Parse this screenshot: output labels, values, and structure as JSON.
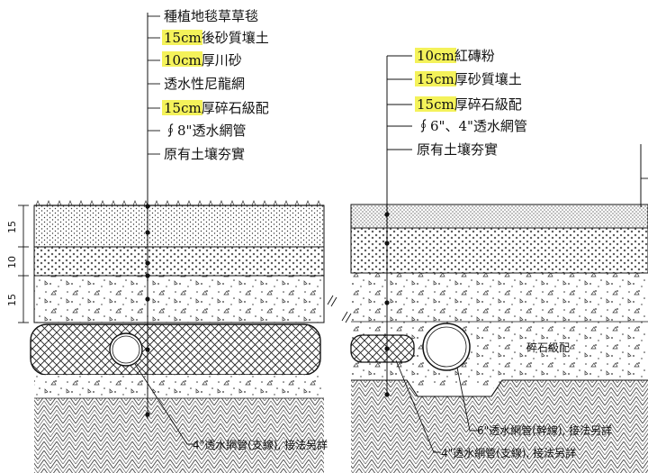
{
  "left_section": {
    "labels": [
      {
        "text": "種植地毯草草毯",
        "highlight": false
      },
      {
        "text": "15cm後砂質壤土",
        "highlight": true
      },
      {
        "text": "10cm厚川砂",
        "highlight": true
      },
      {
        "text": "透水性尼龍網",
        "highlight": false
      },
      {
        "text": "15cm厚碎石級配",
        "highlight": true
      },
      {
        "text": "∮8\"透水網管",
        "highlight": false
      },
      {
        "text": "原有土壤夯實",
        "highlight": false
      }
    ],
    "dimensions": [
      "15",
      "10",
      "15"
    ],
    "pipe_callout": "4\"透水網管(支線), 接法另詳"
  },
  "right_section": {
    "labels": [
      {
        "text": "10cm紅磚粉",
        "highlight": true
      },
      {
        "text": "15cm厚砂質壤土",
        "highlight": true
      },
      {
        "text": "15cm厚碎石級配",
        "highlight": true
      },
      {
        "text": "∮6\"、4\"透水網管",
        "highlight": false
      },
      {
        "text": "原有土壤夯實",
        "highlight": false
      }
    ],
    "gravel_note": "碎石級配",
    "main_pipe_callout": "6\"透水網管(幹線), 接法另詳",
    "branch_pipe_callout": "4\"透水網管(支線), 接法另詳"
  },
  "colors": {
    "highlight": "#f4f25a",
    "line": "#111111"
  }
}
